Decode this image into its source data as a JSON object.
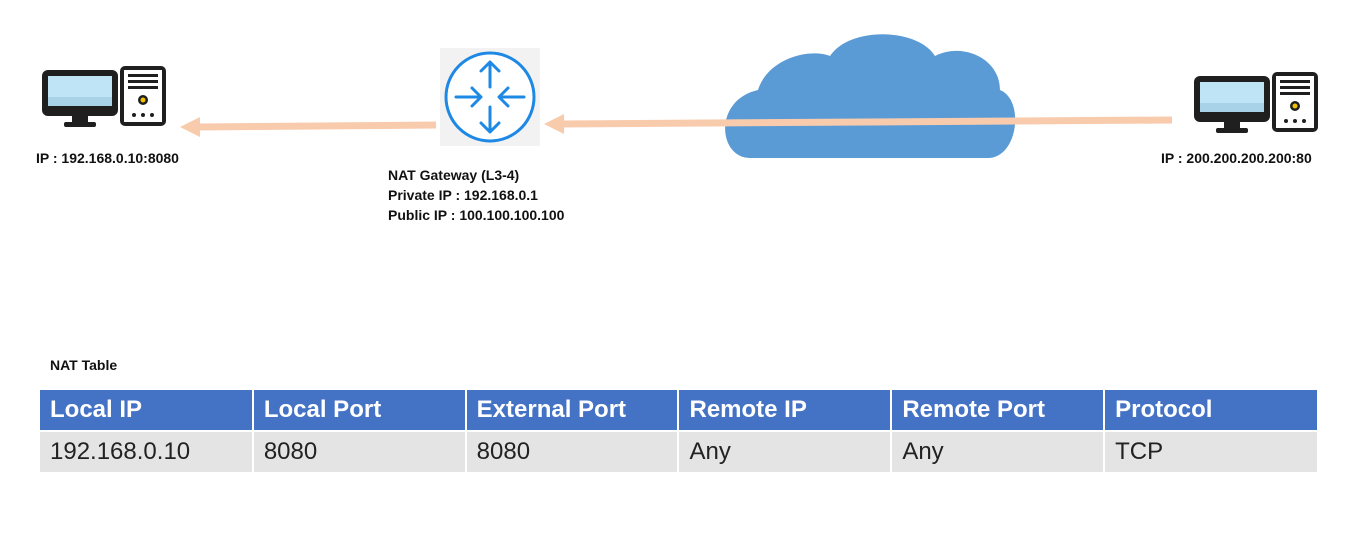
{
  "nodes": {
    "left_host": {
      "label": "IP : 192.168.0.10:8080",
      "icon": "desktop-computer-icon"
    },
    "gateway": {
      "icon": "router-icon",
      "lines": [
        "NAT Gateway (L3-4)",
        "Private IP : 192.168.0.1",
        "Public IP : 100.100.100.100"
      ]
    },
    "internet": {
      "icon": "cloud-icon"
    },
    "right_host": {
      "label": "IP : 200.200.200.200:80",
      "icon": "desktop-computer-icon"
    }
  },
  "edges": [
    {
      "from": "right_host",
      "to": "gateway",
      "direction": "left"
    },
    {
      "from": "gateway",
      "to": "left_host",
      "direction": "left"
    }
  ],
  "colors": {
    "arrow": "#f8cbad",
    "router": "#1e88e5",
    "cloud": "#5b9bd5",
    "table_header": "#4472c4",
    "table_row": "#e4e4e4"
  },
  "nat_table": {
    "title": "NAT Table",
    "headers": [
      "Local IP",
      "Local Port",
      "External Port",
      "Remote IP",
      "Remote Port",
      "Protocol"
    ],
    "rows": [
      [
        "192.168.0.10",
        "8080",
        "8080",
        "Any",
        "Any",
        "TCP"
      ]
    ]
  }
}
